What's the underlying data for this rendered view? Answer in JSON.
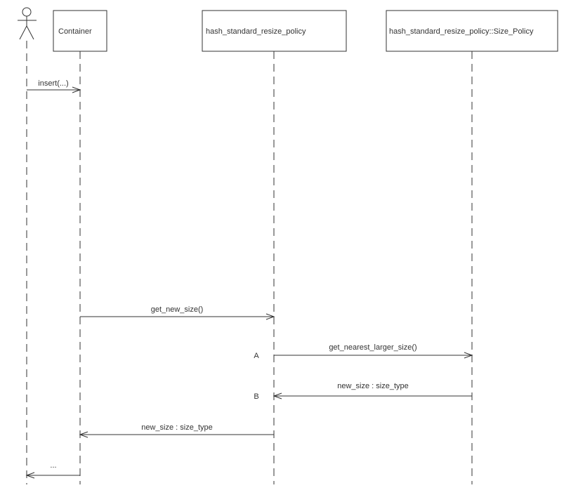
{
  "diagram": {
    "type": "uml-sequence-diagram",
    "actor": {
      "name": "actor"
    },
    "participants": [
      {
        "label": "Container"
      },
      {
        "label": "hash_standard_resize_policy"
      },
      {
        "label": "hash_standard_resize_policy::Size_Policy"
      }
    ],
    "messages": [
      {
        "label": "insert(...)",
        "from": "actor",
        "to": "Container",
        "direction": "right"
      },
      {
        "label": "get_new_size()",
        "from": "Container",
        "to": "hash_standard_resize_policy",
        "direction": "right"
      },
      {
        "label": "get_nearest_larger_size()",
        "marker": "A",
        "from": "hash_standard_resize_policy",
        "to": "hash_standard_resize_policy::Size_Policy",
        "direction": "right"
      },
      {
        "label": "new_size : size_type",
        "marker": "B",
        "from": "hash_standard_resize_policy::Size_Policy",
        "to": "hash_standard_resize_policy",
        "direction": "left"
      },
      {
        "label": "new_size : size_type",
        "from": "hash_standard_resize_policy",
        "to": "Container",
        "direction": "left"
      },
      {
        "label": "...",
        "from": "Container",
        "to": "actor",
        "direction": "left"
      }
    ],
    "colors": {
      "line": "#333333",
      "text": "#333333",
      "background": "#ffffff"
    }
  }
}
